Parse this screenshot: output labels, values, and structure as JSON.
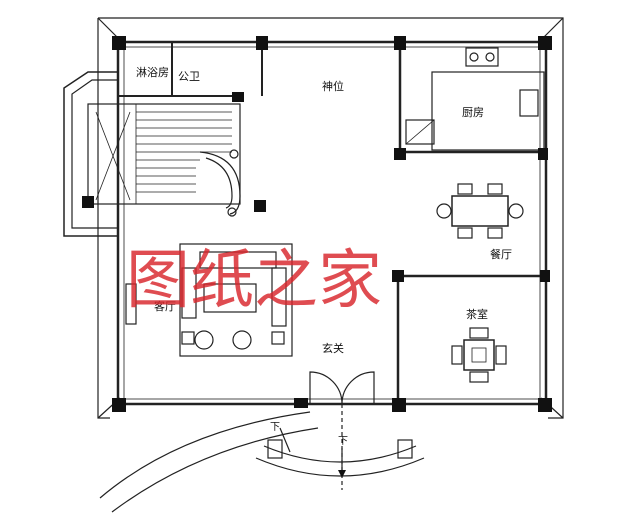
{
  "rooms": {
    "shower_room": "淋浴房",
    "public_toilet": "公卫",
    "shrine": "神位",
    "kitchen": "厨房",
    "dining": "餐厅",
    "living": "客厅",
    "tea_room": "茶室",
    "foyer": "玄关"
  },
  "arrows": {
    "left_down": "下",
    "center_down": "下"
  },
  "watermark": "图纸之家"
}
